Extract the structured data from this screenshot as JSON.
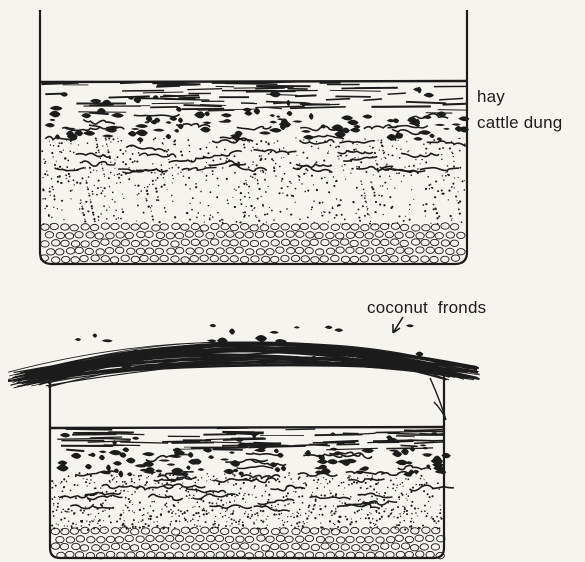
{
  "labels": {
    "hay": "hay",
    "cattle_dung": "cattle dung",
    "coconut_fronds": "coconut fronds"
  },
  "colors": {
    "ink": "#1c1c1c",
    "paper": "#f6f4ef"
  }
}
